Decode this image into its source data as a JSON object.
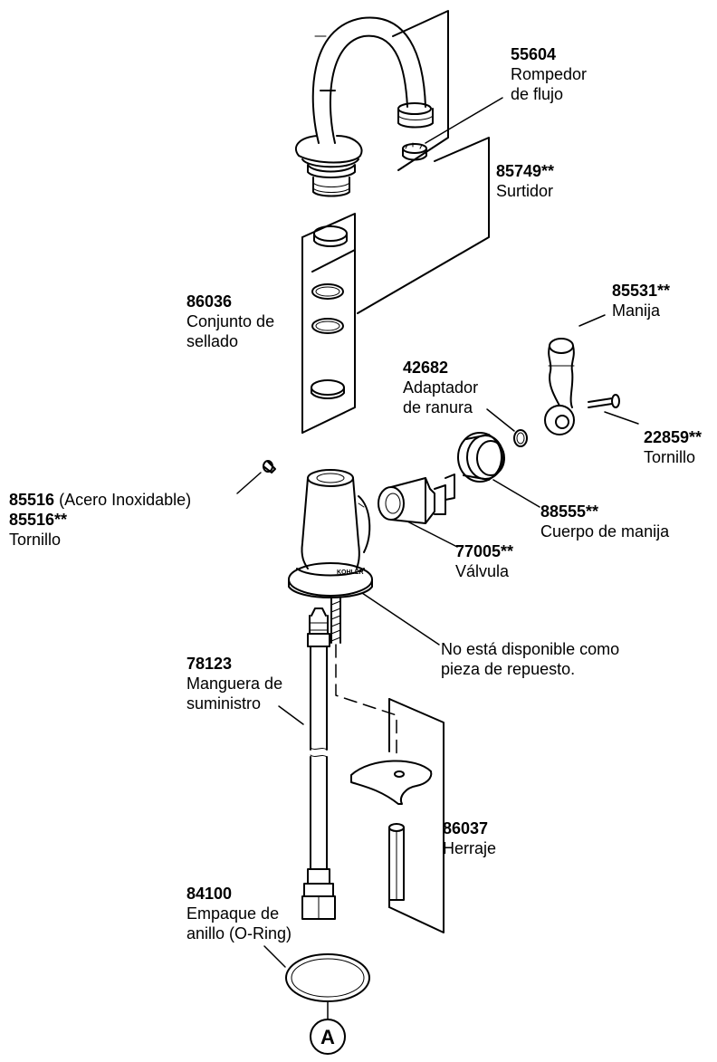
{
  "parts": [
    {
      "id": "55604",
      "lines": [
        "Rompedor",
        "de flujo"
      ]
    },
    {
      "id": "85749**",
      "lines": [
        "Surtidor"
      ]
    },
    {
      "id": "86036",
      "lines": [
        "Conjunto de",
        "sellado"
      ]
    },
    {
      "id": "85531**",
      "lines": [
        "Manija"
      ]
    },
    {
      "id": "42682",
      "lines": [
        "Adaptador",
        "de ranura"
      ]
    },
    {
      "id": "22859**",
      "lines": [
        "Tornillo"
      ]
    },
    {
      "id": "88555**",
      "lines": [
        "Cuerpo de manija"
      ]
    },
    {
      "id": "77005**",
      "lines": [
        "Válvula"
      ]
    },
    {
      "id": "78123",
      "lines": [
        "Manguera de",
        "suministro"
      ]
    },
    {
      "id": "86037",
      "lines": [
        "Herraje"
      ]
    },
    {
      "id": "84100",
      "lines": [
        "Empaque de",
        "anillo (O-Ring)"
      ]
    }
  ],
  "screw_label": {
    "id_a": "85516",
    "note_a": "(Acero Inoxidable)",
    "id_b": "85516**",
    "name": "Tornillo"
  },
  "not_available": [
    "No está disponible como",
    "pieza de repuesto."
  ],
  "marker": "A",
  "body_brand": "KOHLER"
}
